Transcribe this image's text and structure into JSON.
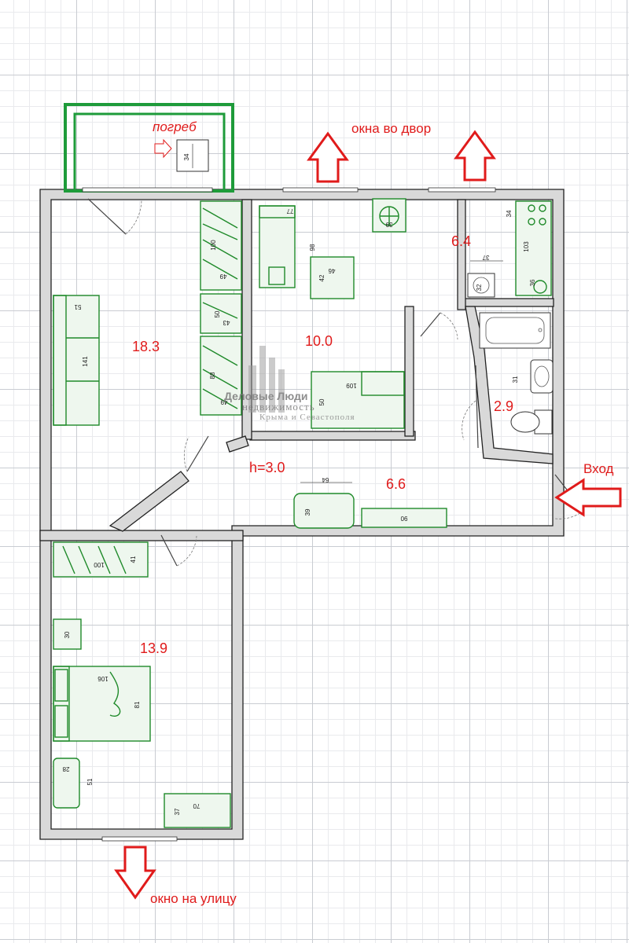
{
  "labels": {
    "cellar": "погреб",
    "yard_windows": "окна во двор",
    "street_window": "окно на улицу",
    "entrance": "Вход",
    "ceiling_height": "h=3.0"
  },
  "rooms": {
    "living": "18.3",
    "middle": "10.0",
    "kitchen": "6.4",
    "bathroom": "2.9",
    "hall": "6.6",
    "bedroom": "13.9"
  },
  "dimensions": {
    "cellar_box": "34",
    "wardrobe_top": "100",
    "wardrobe_top_depth": "49",
    "wardrobe_mid": "50",
    "wardrobe_mid_depth": "43",
    "wardrobe_low": "88",
    "wardrobe_low_depth": "49",
    "sofa_living_depth": "51",
    "sofa_living_len": "141",
    "sofa_mid_width": "77",
    "sofa_mid_len": "98",
    "table_mid_a": "42",
    "table_mid_b": "46",
    "chair_mid": "39",
    "desk_mid": "109",
    "desk_mid_depth": "50",
    "kitchen_counter": "103",
    "kitchen_stove": "34",
    "kitchen_width": "37",
    "kitchen_boiler": "32",
    "kitchen_fridge": "36",
    "bath_sink": "31",
    "hall_seat_width": "64",
    "hall_seat_depth": "39",
    "hall_bench": "90",
    "bed_wardrobe": "100",
    "bed_wardrobe_depth": "41",
    "bed_nightstand": "30",
    "bed_width": "106",
    "bed_len": "81",
    "bed_chair": "28",
    "bed_chair_depth": "51",
    "bed_desk": "70",
    "bed_desk_depth": "37"
  },
  "watermark": {
    "line1": "Деловые Люди",
    "line2": "недвижимость",
    "line3": "Крыма и Севастополя"
  },
  "colors": {
    "label_red": "#e01b1b",
    "furniture_green": "#1f8a2a",
    "cellar_outline": "#1e9b3a",
    "wall_fill": "#d9d9d9"
  }
}
